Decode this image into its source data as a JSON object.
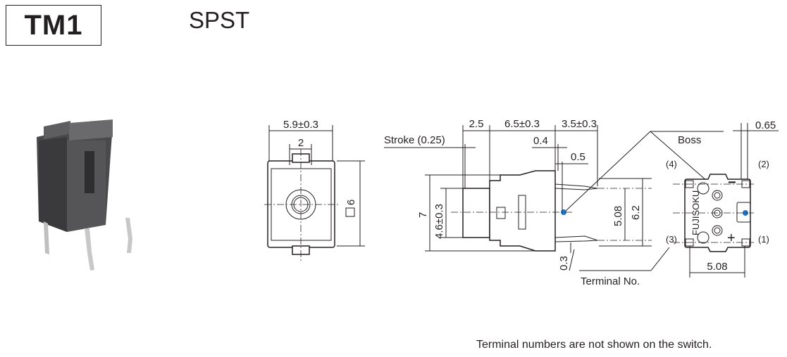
{
  "header": {
    "model": "TM1",
    "type": "SPST"
  },
  "front_view": {
    "width_dim": "5.9±0.3",
    "plunger_dim": "2",
    "square_dim": "6"
  },
  "side_view": {
    "stroke_label": "Stroke (0.25)",
    "dim_2_5": "2.5",
    "dim_6_5": "6.5±0.3",
    "dim_3_5": "3.5±0.3",
    "dim_0_4": "0.4",
    "dim_0_5": "0.5",
    "dim_7": "7",
    "dim_4_6": "4.6±0.3",
    "dim_5_08": "5.08",
    "dim_6_2": "6.2",
    "dim_0_3": "0.3",
    "boss_dot_color": "#1e73c8"
  },
  "bottom_view": {
    "boss_label": "Boss",
    "dim_0_65": "0.65",
    "dim_5_08": "5.08",
    "terminal_label": "Terminal No.",
    "brand_marking": "FUJISOKU",
    "terminals": [
      "(4)",
      "(2)",
      "(3)",
      "(1)"
    ],
    "minus_mark": "−",
    "plus_mark": "+"
  },
  "footer": {
    "note": "Terminal numbers are not shown on the switch."
  }
}
